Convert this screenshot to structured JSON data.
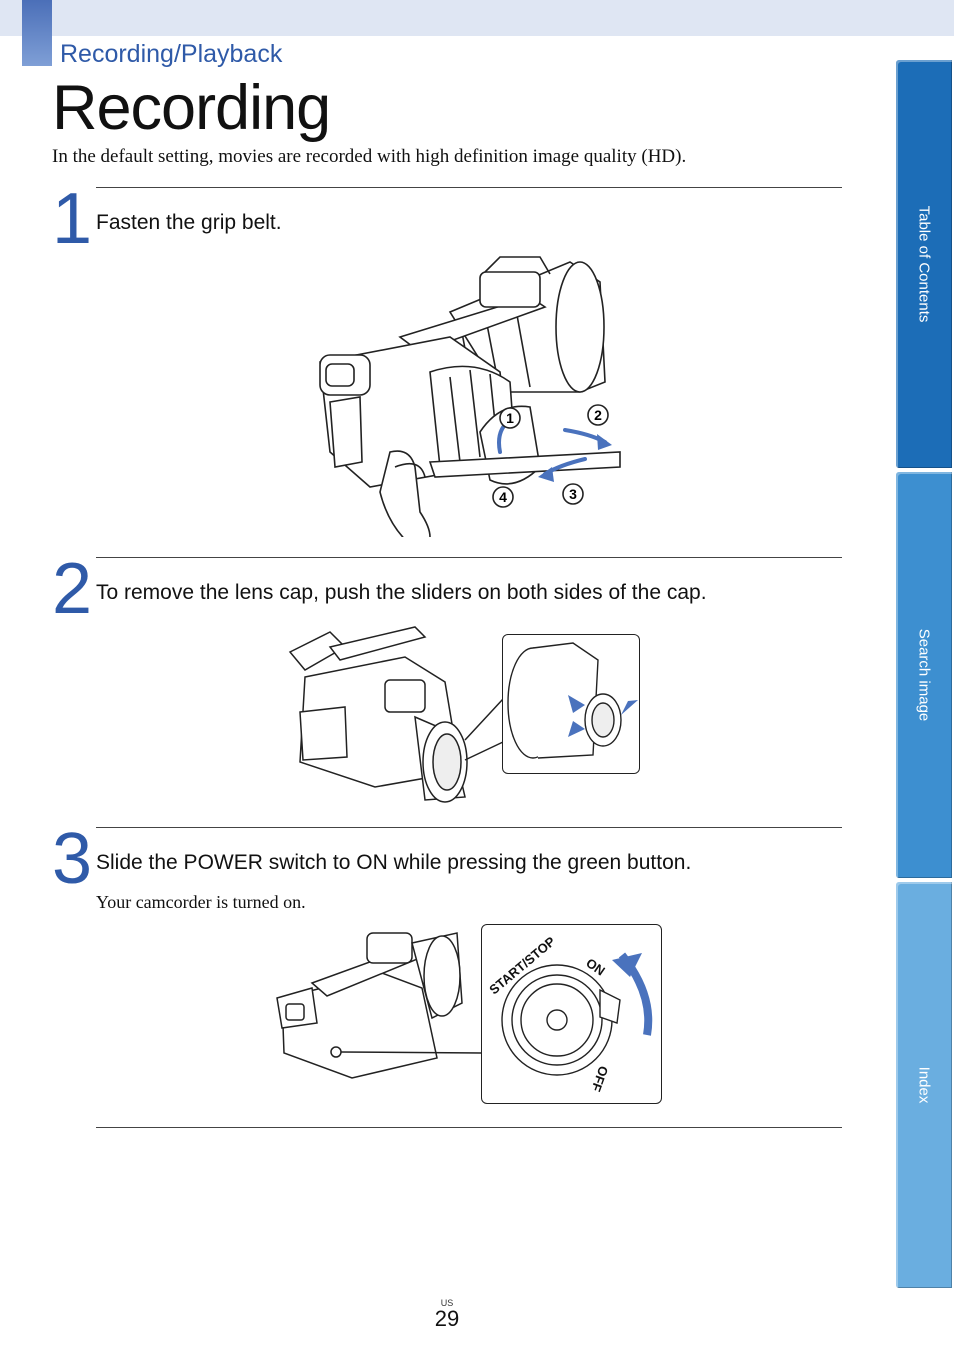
{
  "header": {
    "section": "Recording/Playback",
    "title": "Recording",
    "intro": "In the default setting, movies are recorded with high definition image quality (HD)."
  },
  "steps": [
    {
      "number": "1",
      "title": "Fasten the grip belt.",
      "callouts": [
        "1",
        "2",
        "3",
        "4"
      ]
    },
    {
      "number": "2",
      "title": "To remove the lens cap, push the sliders on both sides of the cap."
    },
    {
      "number": "3",
      "title": "Slide the POWER switch to ON while pressing the green button.",
      "note": "Your camcorder is turned on.",
      "switch_labels": {
        "start_stop": "START/STOP",
        "on": "ON",
        "off": "OFF"
      }
    }
  ],
  "side_tabs": [
    {
      "label": "Table of Contents",
      "color": "#1c6db7"
    },
    {
      "label": "Search image",
      "color": "#3d8fd0"
    },
    {
      "label": "Index",
      "color": "#6aaee0"
    }
  ],
  "footer": {
    "region": "US",
    "page": "29"
  },
  "colors": {
    "accent": "#2f5aa8",
    "arrow": "#4a72bd"
  }
}
